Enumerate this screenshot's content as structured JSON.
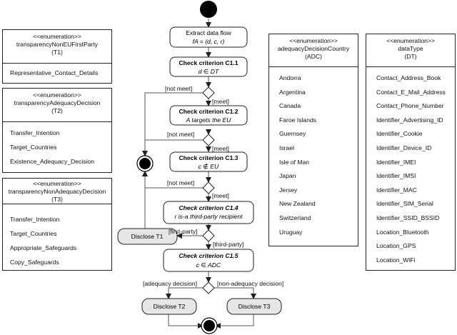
{
  "enumerations": {
    "t1": {
      "stereotype": "<<enumeration>>",
      "name": "transparencyNonEUFirstParty",
      "short": "(T1)",
      "items": [
        "Representative_Contact_Details"
      ]
    },
    "t2": {
      "stereotype": "<<enumeration>>",
      "name": "transparencyAdequacyDecision",
      "short": "(T2)",
      "items": [
        "Transfer_Intention",
        "Target_Countries",
        "Existence_Adequacy_Decision"
      ]
    },
    "t3": {
      "stereotype": "<<enumeration>>",
      "name": "transparencyNonAdequacyDecision",
      "short": "(T3)",
      "items": [
        "Transfer_Intention",
        "Target_Countries",
        "Appropriate_Safeguards",
        "Copy_Safeguards"
      ]
    },
    "adc": {
      "stereotype": "<<enumeration>>",
      "name": "adequacyDecisionCountry",
      "short": "(ADC)",
      "items": [
        "Andorra",
        "Argentina",
        "Canada",
        "Faroe Islands",
        "Guernsey",
        "Israel",
        "Isle of Man",
        "Japan",
        "Jersey",
        "New Zealand",
        "Switzerland",
        "Uruguay"
      ]
    },
    "dt": {
      "stereotype": "<<enumeration>>",
      "name": "dataType",
      "short": "(DT)",
      "items": [
        "Contact_Address_Book",
        "Contact_E_Mail_Address",
        "Contact_Phone_Number",
        "Identifier_Advertising_ID",
        "Identifier_Cookie",
        "Identifier_Device_ID",
        "Identifier_IMEI",
        "Identifier_IMSI",
        "Identifier_MAC",
        "Identifier_SIM_Serial",
        "Identifier_SSID_BSSID",
        "Location_Bluetooth",
        "Location_GPS",
        "Location_WiFi"
      ]
    }
  },
  "flow": {
    "extract_title": "Extract data flow",
    "extract_formula": "fA = (d, c, r)",
    "c11_title": "Check criterion C1.1",
    "c11_expr": "d ∈ DT",
    "c12_title": "Check criterion C1.2",
    "c12_expr": "A targets the EU",
    "c13_title": "Check criterion C1.3",
    "c13_expr": "c ∉ EU",
    "c14_title": "Check criterion C1.4",
    "c14_expr": "r is-a third-party recipient",
    "c15_title": "Check criterion C1.5",
    "c15_expr": "c ∈ ADC",
    "disclose_t1": "Disclose T1",
    "disclose_t2": "Disclose T2",
    "disclose_t3": "Disclose T3",
    "guard_not_meet": "[not meet]",
    "guard_meet": "[meet]",
    "guard_first_party": "[first-party]",
    "guard_third_party": "[third-party]",
    "guard_adequacy": "[adequacy decision]",
    "guard_non_adequacy": "[non-adequacy decision]"
  }
}
